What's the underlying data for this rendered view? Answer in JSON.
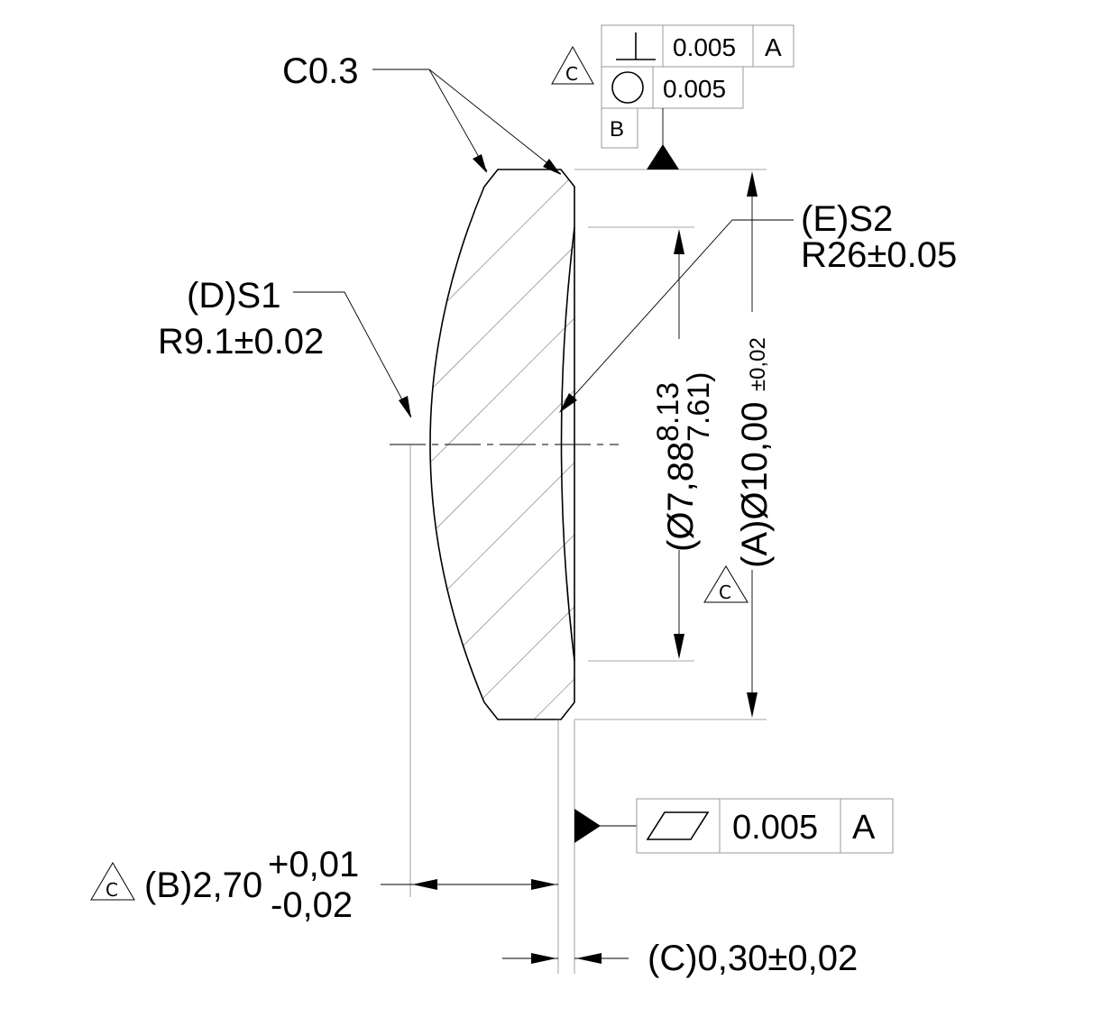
{
  "lens": {
    "chamfer": "C0.3",
    "s1_label": "(D)S1",
    "s1_radius": "R9.1±0.02",
    "s2_label": "(E)S2",
    "s2_radius": "R26±0.05"
  },
  "dimensions": {
    "clear_aperture": "(Ø7,88",
    "clear_aperture_upper": "8.13",
    "clear_aperture_lower": "7.61)",
    "diameter": "(A)Ø10,00",
    "diameter_tol": "±0,02",
    "thickness": "(B)2,70",
    "thickness_tol_upper": "+0,01",
    "thickness_tol_lower": "-0,02",
    "edge_thickness": "(C)0,30±0,02"
  },
  "fcf_top": {
    "row1_value": "0.005",
    "row1_datum": "A",
    "row2_value": "0.005",
    "row3_datum": "B"
  },
  "fcf_flat": {
    "value": "0.005",
    "datum": "A"
  },
  "markers": {
    "critical_letter": "C"
  }
}
